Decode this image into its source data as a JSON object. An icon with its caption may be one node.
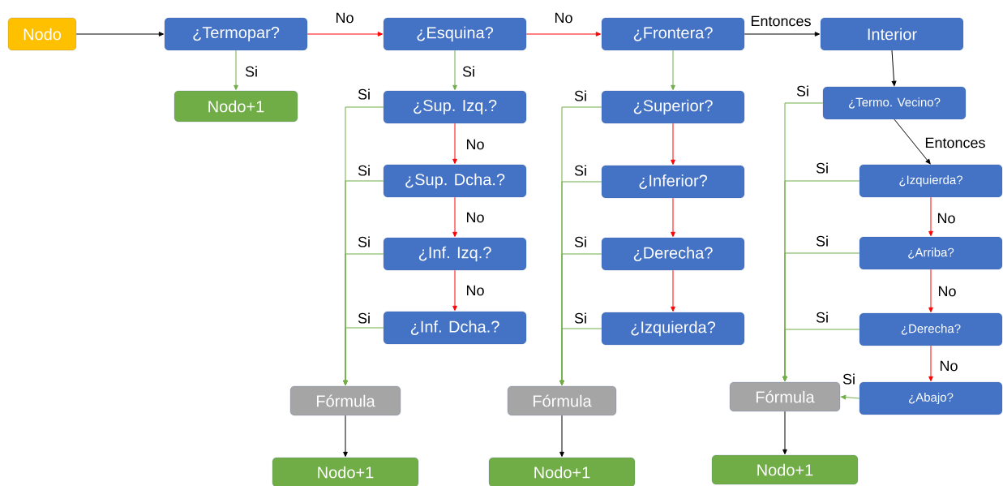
{
  "diagram": {
    "nodes": [
      {
        "text": [
          "Nodo"
        ]
      },
      {
        "text": [
          "¿Termopar?"
        ]
      },
      {
        "text": [
          "Nodo+1"
        ]
      },
      {
        "text": [
          "¿Esquina?"
        ]
      },
      {
        "text": [
          "¿Sup. Izq.?"
        ]
      },
      {
        "text": [
          "¿Sup. Dcha.?"
        ]
      },
      {
        "text": [
          "¿Inf. Izq.?"
        ]
      },
      {
        "text": [
          "¿Inf. Dcha.?"
        ]
      },
      {
        "text": [
          "Fórmula"
        ]
      },
      {
        "text": [
          "Nodo+1"
        ]
      },
      {
        "text": [
          "¿Frontera?"
        ]
      },
      {
        "text": [
          "¿Superior?"
        ]
      },
      {
        "text": [
          "¿Inferior?"
        ]
      },
      {
        "text": [
          "¿Derecha?"
        ]
      },
      {
        "text": [
          "¿Izquierda?"
        ]
      },
      {
        "text": [
          "Fórmula"
        ]
      },
      {
        "text": [
          "Nodo+1"
        ]
      },
      {
        "text": [
          "Interior"
        ]
      },
      {
        "text": [
          "¿Termo. Vecino?"
        ]
      },
      {
        "text": [
          "¿Izquierda?"
        ]
      },
      {
        "text": [
          "¿Arriba?"
        ]
      },
      {
        "text": [
          "¿Derecha?"
        ]
      },
      {
        "text": [
          "¿Abajo?"
        ]
      },
      {
        "text": [
          "Fórmula"
        ]
      },
      {
        "text": [
          "Nodo+1"
        ]
      }
    ],
    "edges": [
      {
        "from": 0,
        "to": 1,
        "arrow": "to",
        "color": "#000000"
      },
      {
        "from": 1,
        "to": 3,
        "arrow": "to",
        "label": "No",
        "color": "#ff0000"
      },
      {
        "from": 1,
        "to": 2,
        "arrow": "to",
        "label": "Si",
        "color": "#70ad47"
      },
      {
        "from": 3,
        "to": 10,
        "arrow": "to",
        "label": "No",
        "color": "#ff0000"
      },
      {
        "from": 3,
        "to": 4,
        "arrow": "to",
        "label": "Si",
        "color": "#70ad47"
      },
      {
        "from": 4,
        "to": 5,
        "arrow": "to",
        "label": "No",
        "color": "#ff0000"
      },
      {
        "from": 5,
        "to": 6,
        "arrow": "to",
        "label": "No",
        "color": "#ff0000"
      },
      {
        "from": 6,
        "to": 7,
        "arrow": "to",
        "label": "No",
        "color": "#ff0000"
      },
      {
        "from": 4,
        "to": 8,
        "arrow": "to",
        "label": "Si",
        "color": "#70ad47"
      },
      {
        "from": 5,
        "to": 8,
        "arrow": "to",
        "label": "Si",
        "color": "#70ad47"
      },
      {
        "from": 6,
        "to": 8,
        "arrow": "to",
        "label": "Si",
        "color": "#70ad47"
      },
      {
        "from": 7,
        "to": 8,
        "arrow": "to",
        "label": "Si",
        "color": "#70ad47"
      },
      {
        "from": 8,
        "to": 9,
        "arrow": "to",
        "color": "#000000"
      },
      {
        "from": 10,
        "to": 17,
        "arrow": "to",
        "label": "Entonces",
        "color": "#000000"
      },
      {
        "from": 10,
        "to": 11,
        "arrow": "to",
        "color": "#70ad47"
      },
      {
        "from": 11,
        "to": 12,
        "arrow": "to",
        "color": "#ff0000"
      },
      {
        "from": 12,
        "to": 13,
        "arrow": "to",
        "color": "#ff0000"
      },
      {
        "from": 13,
        "to": 14,
        "arrow": "to",
        "color": "#ff0000"
      },
      {
        "from": 11,
        "to": 15,
        "arrow": "to",
        "label": "Si",
        "color": "#70ad47"
      },
      {
        "from": 12,
        "to": 15,
        "arrow": "to",
        "label": "Si",
        "color": "#70ad47"
      },
      {
        "from": 13,
        "to": 15,
        "arrow": "to",
        "label": "Si",
        "color": "#70ad47"
      },
      {
        "from": 14,
        "to": 15,
        "arrow": "to",
        "label": "Si",
        "color": "#70ad47"
      },
      {
        "from": 15,
        "to": 16,
        "arrow": "to",
        "color": "#000000"
      },
      {
        "from": 17,
        "to": 18,
        "arrow": "to",
        "color": "#000000"
      },
      {
        "from": 18,
        "to": 19,
        "arrow": "to",
        "label": "Entonces",
        "color": "#000000"
      },
      {
        "from": 18,
        "to": 23,
        "arrow": "to",
        "label": "Si",
        "color": "#70ad47"
      },
      {
        "from": 19,
        "to": 20,
        "arrow": "to",
        "label": "No",
        "color": "#ff0000"
      },
      {
        "from": 20,
        "to": 21,
        "arrow": "to",
        "label": "No",
        "color": "#ff0000"
      },
      {
        "from": 21,
        "to": 22,
        "arrow": "to",
        "label": "No",
        "color": "#ff0000"
      },
      {
        "from": 19,
        "to": 23,
        "arrow": "to",
        "label": "Si",
        "color": "#70ad47"
      },
      {
        "from": 20,
        "to": 23,
        "arrow": "to",
        "label": "Si",
        "color": "#70ad47"
      },
      {
        "from": 21,
        "to": 23,
        "arrow": "to",
        "label": "Si",
        "color": "#70ad47"
      },
      {
        "from": 22,
        "to": 23,
        "arrow": "to",
        "label": "Si",
        "color": "#70ad47"
      },
      {
        "from": 23,
        "to": 24,
        "arrow": "to",
        "color": "#000000"
      }
    ]
  }
}
